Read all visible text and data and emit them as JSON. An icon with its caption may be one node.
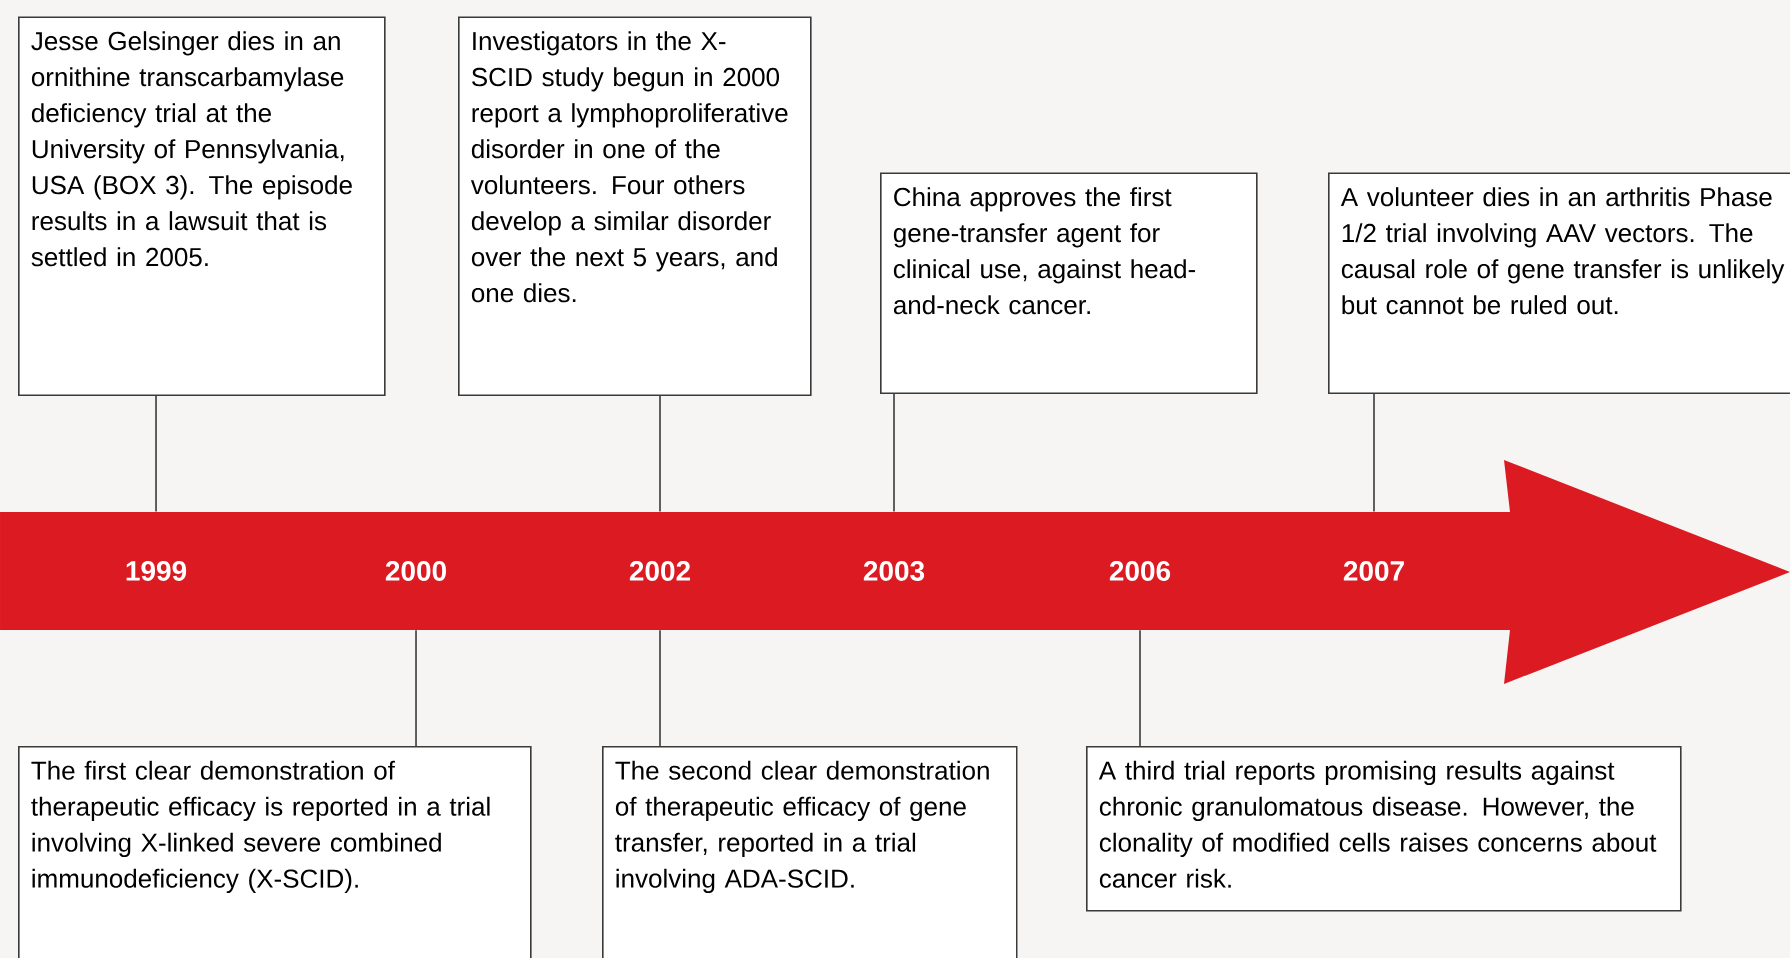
{
  "diagram": {
    "nodes": [
      {
        "text": [
          "Jesse Gelsinger dies in an ornithine transcarbamylase deficiency trial at the University of Pennsylvania, USA (BOX 3). The episode results in a lawsuit that is settled in 2005."
        ]
      },
      {
        "text": [
          "Investigators in the X-SCID study begun in 2000 report a lymphoproliferative disorder in one of the volunteers. Four others develop a similar disorder over the next 5 years, and one dies."
        ]
      },
      {
        "text": [
          "China approves the first gene-transfer agent for clinical use, against head-and-neck cancer."
        ]
      },
      {
        "text": [
          "A volunteer dies in an arthritis Phase 1/2 trial involving AAV vectors. The causal role of gene transfer is unlikely but cannot be ruled out."
        ]
      },
      {
        "text": [
          "1999"
        ]
      },
      {
        "text": [
          "2000"
        ]
      },
      {
        "text": [
          "2002"
        ]
      },
      {
        "text": [
          "2003"
        ]
      },
      {
        "text": [
          "2006"
        ]
      },
      {
        "text": [
          "2007"
        ]
      },
      {
        "text": [
          "The first clear demonstration of therapeutic efficacy is reported in a trial involving X-linked severe combined immunodeficiency (X-SCID)."
        ]
      },
      {
        "text": [
          "The second clear demonstration of therapeutic efficacy of gene transfer, reported in a trial involving ADA-SCID."
        ]
      },
      {
        "text": [
          "A third trial reports promising results against chronic granulomatous disease. However, the clonality of modified cells raises concerns about cancer risk."
        ]
      }
    ],
    "edges": [
      {
        "from": 0,
        "to": 4,
        "arrow": "none"
      },
      {
        "from": 1,
        "to": 6,
        "arrow": "none"
      },
      {
        "from": 2,
        "to": 7,
        "arrow": "none"
      },
      {
        "from": 3,
        "to": 9,
        "arrow": "none"
      },
      {
        "from": 5,
        "to": 10,
        "arrow": "none"
      },
      {
        "from": 6,
        "to": 11,
        "arrow": "none"
      },
      {
        "from": 8,
        "to": 12,
        "arrow": "none"
      }
    ]
  }
}
